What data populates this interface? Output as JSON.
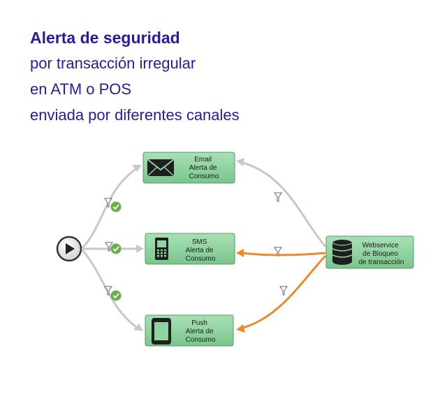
{
  "title": {
    "line1": "Alerta de seguridad",
    "line2": "por transacción irregular",
    "line3": "en ATM o POS",
    "line4": "enviada por diferentes canales"
  },
  "nodes": {
    "email": {
      "lines": [
        "Email",
        "Alerta de",
        "Consumo"
      ],
      "icon": "envelope-icon"
    },
    "sms": {
      "lines": [
        "SMS",
        "Alerta de",
        "Consumo"
      ],
      "icon": "mobile-phone-icon"
    },
    "push": {
      "lines": [
        "Push",
        "Alerta de",
        "Consumo"
      ],
      "icon": "smartphone-icon"
    },
    "webservice": {
      "lines": [
        "Webservice",
        "de Bloqueo",
        "de transacción"
      ],
      "icon": "database-icon"
    }
  },
  "colors": {
    "title": "#2a1a9c",
    "node_fill": "#8fd4a0",
    "node_border": "#4f9a62",
    "flow_gray": "#c8c8c8",
    "flow_orange": "#ef8a2c",
    "check_green": "#6cae4c"
  }
}
